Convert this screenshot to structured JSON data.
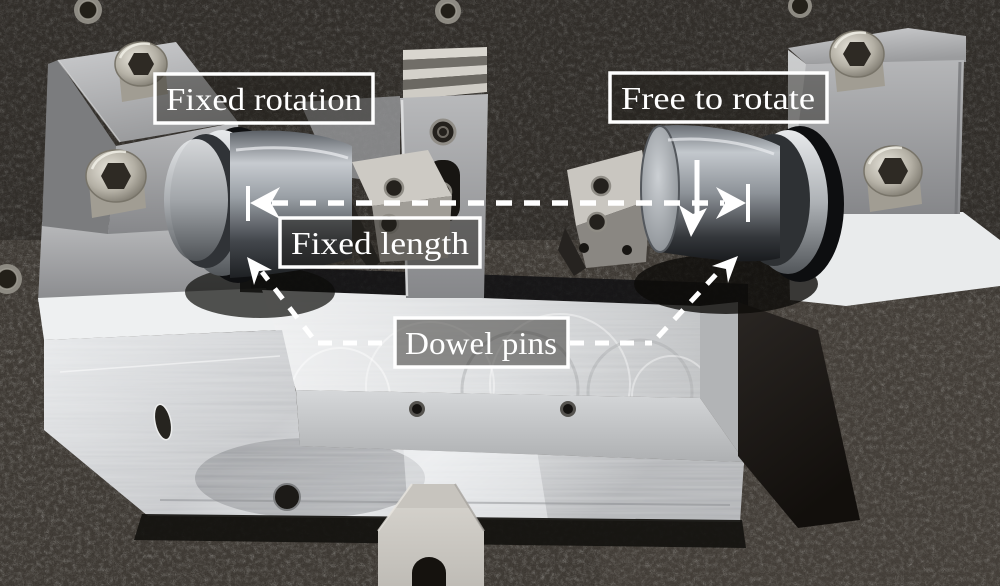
{
  "scene": {
    "type": "annotated-photograph",
    "description": "Machined aluminium fixture bolted to a dark granite surface plate. Two steel pivot cylinders are clamped between upright blocks; dashed white annotation arrows and boxed labels mark the constraints.",
    "labels": {
      "fixed_rotation": "Fixed rotation",
      "free_to_rotate": "Free to rotate",
      "fixed_length": "Fixed length",
      "dowel_pins": "Dowel pins"
    },
    "palette": {
      "annotation_text": "#ffffff",
      "annotation_border": "#ffffff",
      "annotation_fill": "rgba(30,28,25,0.45)",
      "granite_base": "#2f2c29",
      "granite_speck_light": "#6e6a64",
      "aluminium_bright": "#e9ebec",
      "aluminium_mid": "#b5b6b8",
      "steel_dark": "#26282b",
      "shadow": "#14120f"
    }
  }
}
